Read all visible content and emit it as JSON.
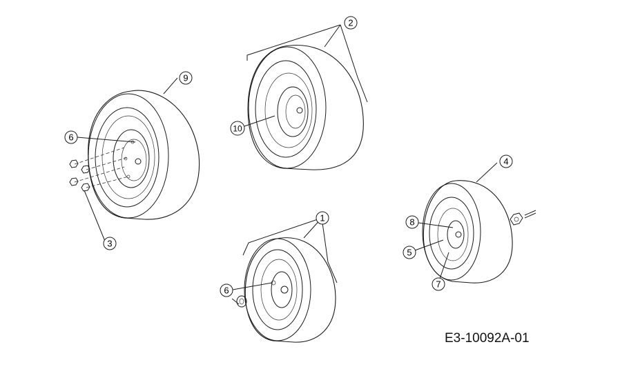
{
  "callouts": [
    {
      "id": "c1",
      "label": "1"
    },
    {
      "id": "c2",
      "label": "2"
    },
    {
      "id": "c3",
      "label": "3"
    },
    {
      "id": "c4",
      "label": "4"
    },
    {
      "id": "c5",
      "label": "5"
    },
    {
      "id": "c6a",
      "label": "6"
    },
    {
      "id": "c6b",
      "label": "6"
    },
    {
      "id": "c7",
      "label": "7"
    },
    {
      "id": "c8",
      "label": "8"
    },
    {
      "id": "c9",
      "label": "9"
    },
    {
      "id": "c10",
      "label": "10"
    }
  ],
  "drawing_code": "E3-10092A-01"
}
